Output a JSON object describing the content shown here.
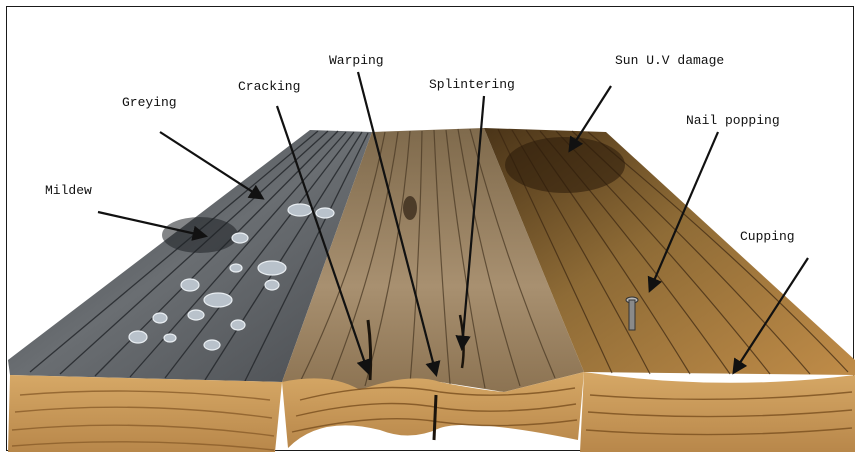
{
  "labels": {
    "greying": "Greying",
    "mildew": "Mildew",
    "cracking": "Cracking",
    "warping": "Warping",
    "splintering": "Splintering",
    "sun_uv_damage": "Sun U.V damage",
    "nail_popping": "Nail popping",
    "cupping": "Cupping"
  },
  "colors": {
    "grey_board": "#5d6166",
    "grey_board_dark": "#2e3136",
    "middle_board": "#9c8461",
    "middle_board_light": "#c4ac86",
    "brown_board": "#8e6b36",
    "brown_board_light": "#c89a55",
    "end_grain": "#c99a5a",
    "arrow": "#111111"
  },
  "icons": {
    "arrows": "arrow-icon",
    "water_drops": "water-drop-icon",
    "nail": "nail-icon"
  }
}
